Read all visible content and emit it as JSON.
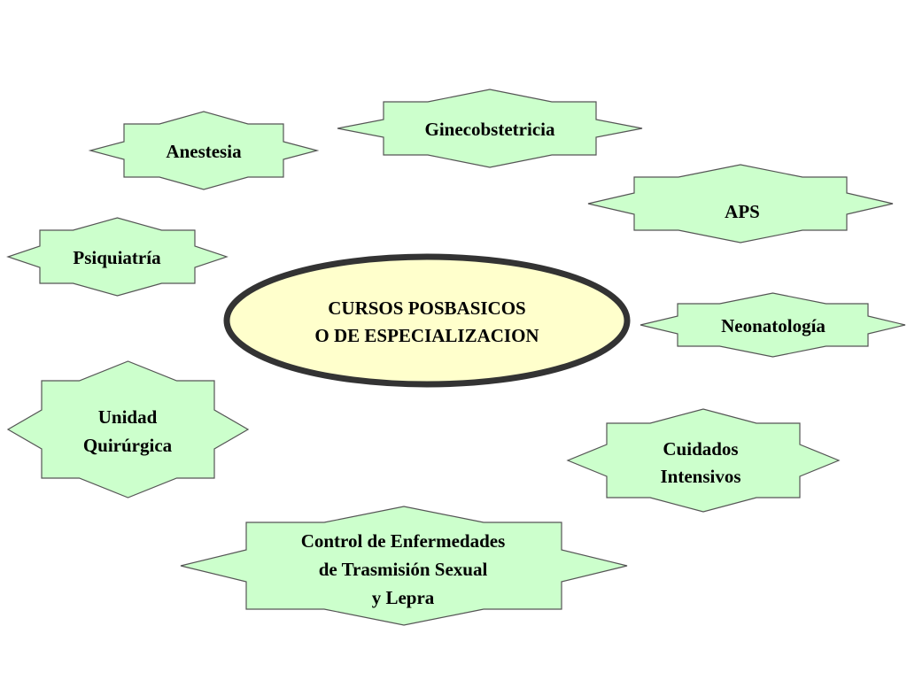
{
  "colors": {
    "node_fill": "#ccffcc",
    "center_fill": "#ffffcc",
    "center_stroke": "#333333",
    "text": "#000000"
  },
  "center": {
    "lines": [
      "CURSOS POSBASICOS",
      "O DE ESPECIALIZACION"
    ]
  },
  "nodes": [
    {
      "id": "ginecobstetricia",
      "lines": [
        "Ginecobstetricia"
      ]
    },
    {
      "id": "anestesia",
      "lines": [
        "Anestesia"
      ]
    },
    {
      "id": "aps",
      "lines": [
        "APS"
      ]
    },
    {
      "id": "psiquiatria",
      "lines": [
        "Psiquiatría"
      ]
    },
    {
      "id": "neonatologia",
      "lines": [
        "Neonatología"
      ]
    },
    {
      "id": "unidad-quirurgica",
      "lines": [
        "Unidad",
        "Quirúrgica"
      ]
    },
    {
      "id": "cuidados-intensivos",
      "lines": [
        "Cuidados",
        "Intensivos"
      ]
    },
    {
      "id": "control-enfermedades",
      "lines": [
        "Control de Enfermedades",
        "de Trasmisión Sexual",
        "y Lepra"
      ]
    }
  ]
}
